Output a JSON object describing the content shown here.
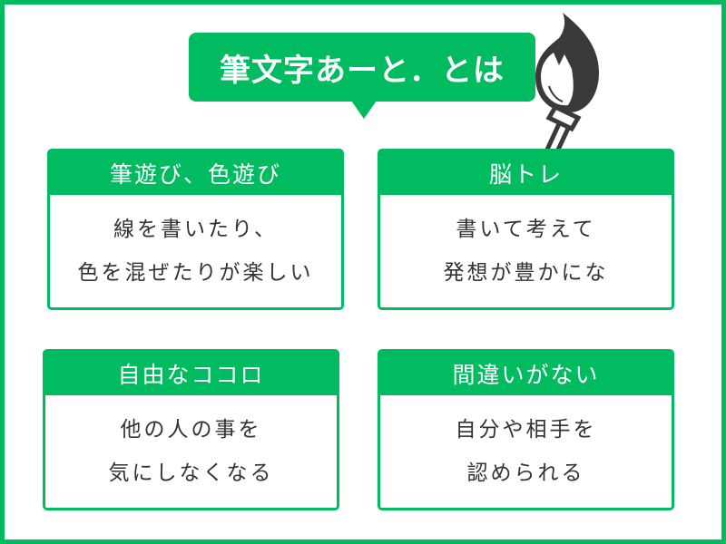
{
  "title": "筆文字あーと．とは",
  "cards": [
    {
      "heading": "筆遊び、色遊び",
      "lines": [
        "線を書いたり、",
        "色を混ぜたりが楽しい"
      ]
    },
    {
      "heading": "脳トレ",
      "lines": [
        "書いて考えて",
        "発想が豊かにな"
      ]
    },
    {
      "heading": "自由なココロ",
      "lines": [
        "他の人の事を",
        "気にしなくなる"
      ]
    },
    {
      "heading": "間違いがない",
      "lines": [
        "自分や相手を",
        "認められる"
      ]
    }
  ],
  "colors": {
    "accent": "#00bb5f",
    "text": "#333333",
    "brush": "#3a3a3a"
  }
}
